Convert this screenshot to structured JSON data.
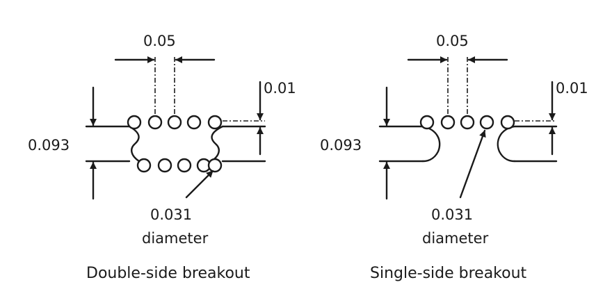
{
  "double_side": {
    "pitch_label": "0.05",
    "gap_label": "0.01",
    "width_label": "0.093",
    "hole_label_line1": "0.031",
    "hole_label_line2": "diameter",
    "caption": "Double-side breakout"
  },
  "single_side": {
    "pitch_label": "0.05",
    "gap_label": "0.01",
    "width_label": "0.093",
    "hole_label_line1": "0.031",
    "hole_label_line2": "diameter",
    "caption": "Single-side breakout"
  },
  "colors": {
    "line": "#1a1a1a",
    "background": "#ffffff"
  }
}
